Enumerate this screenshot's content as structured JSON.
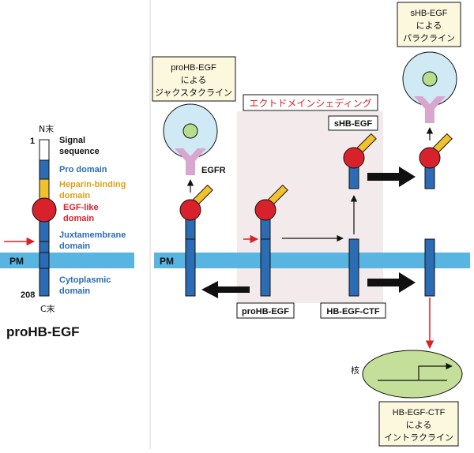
{
  "left_panel": {
    "n_terminus": "N末",
    "c_terminus": "C末",
    "pos_start": "1",
    "pos_end": "208",
    "labels": {
      "signal_line1": "Signal",
      "signal_line2": "sequence",
      "pro": "Pro domain",
      "heparin_line1": "Heparin-binding",
      "heparin_line2": "domain",
      "egf_line1": "EGF-like",
      "egf_line2": "domain",
      "juxta_line1": "Juxtamembrane",
      "juxta_line2": "domain",
      "cyto_line1": "Cytoplasmic",
      "cyto_line2": "domain"
    },
    "pm": "PM",
    "title": "proHB-EGF"
  },
  "right_panel": {
    "pm": "PM",
    "shedding_label": "エクトドメインシェディング",
    "juxtacrine_box": [
      "proHB-EGF",
      "による",
      "ジャクスタクライン"
    ],
    "paracrine_box": [
      "sHB-EGF",
      "による",
      "パラクライン"
    ],
    "intracrine_box": [
      "HB-EGF-CTF",
      "による",
      "イントラクライン"
    ],
    "egfr_label": "EGFR",
    "shb_egf_label": "sHB-EGF",
    "prohb_egf_label": "proHB-EGF",
    "ctf_label": "HB-EGF-CTF",
    "nucleus_label": "核"
  },
  "colors": {
    "blue": "#2b6cb4",
    "membrane": "#58b4e0",
    "red": "#d9212b",
    "yellow": "#f2c12e",
    "pink": "#d9a6cf",
    "cell": "#cfe9f5",
    "cell_core": "#b8dd8c",
    "nucleus": "#c4df9a",
    "shed_bg": "#f3ebeb",
    "label_box": "#fbf8de",
    "arrow_red": "#d9212b"
  }
}
